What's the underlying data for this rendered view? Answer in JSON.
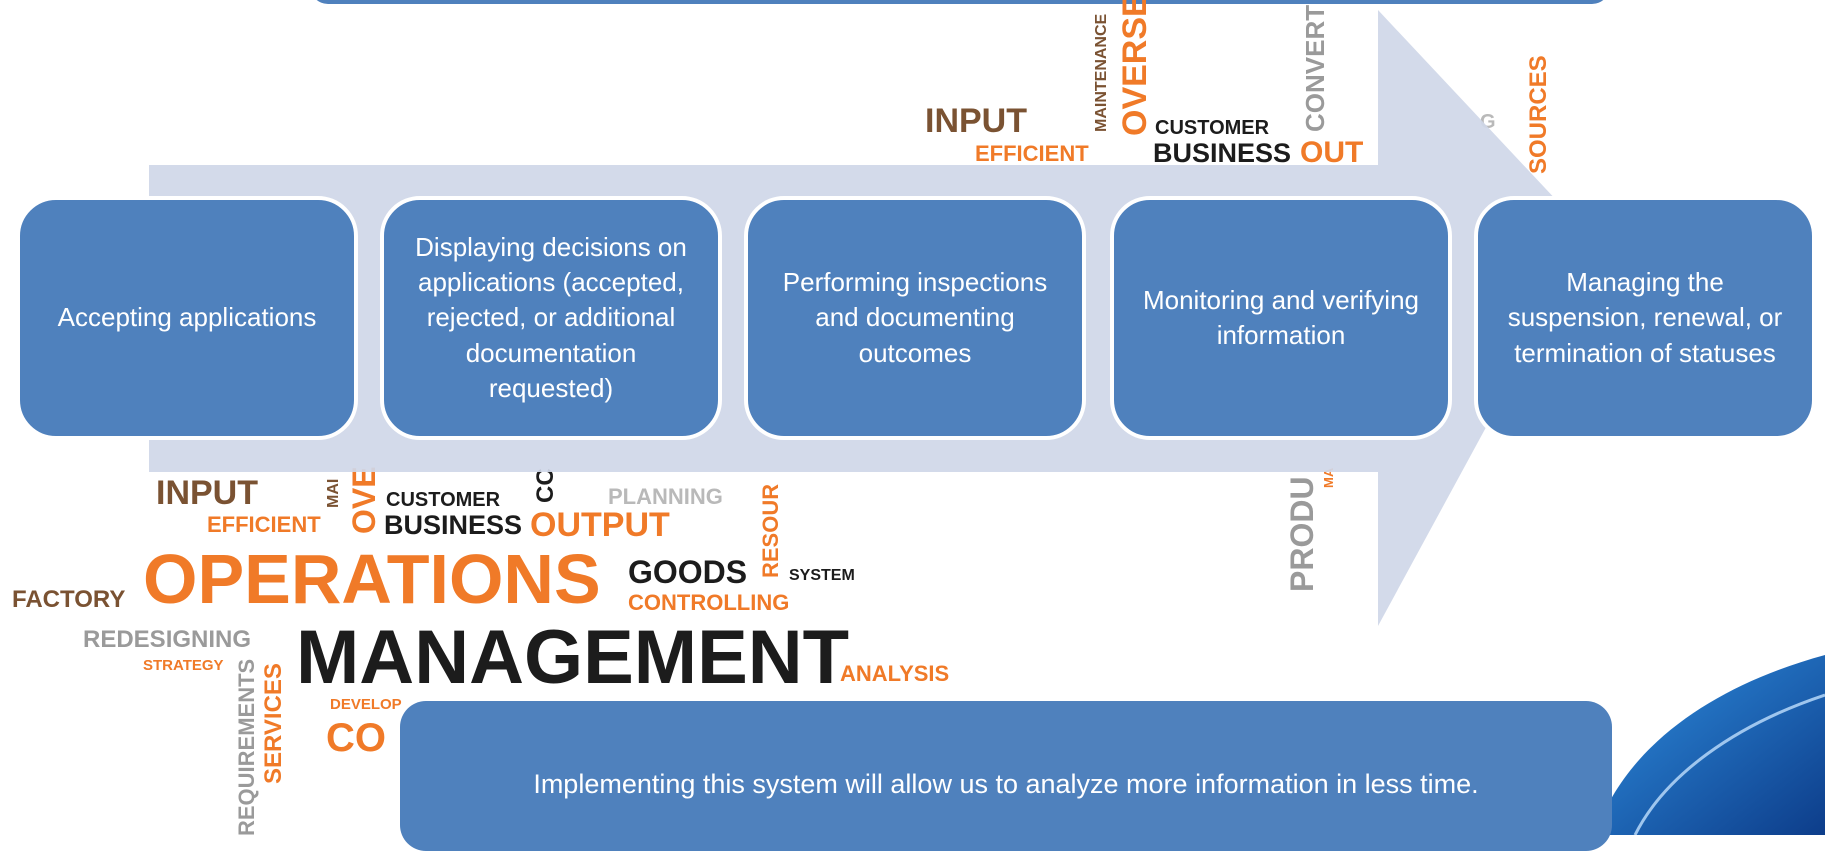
{
  "steps": [
    {
      "label": "Accepting applications"
    },
    {
      "label": "Displaying decisions on applications (accepted, rejected, or additional documentation requested)"
    },
    {
      "label": "Performing inspections and documenting outcomes"
    },
    {
      "label": "Monitoring and verifying information"
    },
    {
      "label": "Managing the suspension, renewal, or termination of statuses"
    }
  ],
  "conclusion": "Implementing this system will allow us to analyze more information in less time.",
  "wordcloud": {
    "top": [
      "INPUT",
      "EFFICIENT",
      "MAINTENANCE",
      "OVERSEE",
      "CUSTOMER",
      "BUSINESS",
      "OUT",
      "CONVERT",
      "G",
      "SOURCES"
    ],
    "main": [
      "INPUT",
      "EFFICIENT",
      "MAI",
      "OVE",
      "CUSTOMER",
      "BUSINESS",
      "OUTPUT",
      "CC",
      "PLANNING",
      "RESOUR",
      "FACTORY",
      "OPERATIONS",
      "GOODS",
      "SYSTEM",
      "CONTROLLING",
      "REDESIGNING",
      "STRATEGY",
      "MANAGEMENT",
      "ANALYSIS",
      "REQUIREMENTS",
      "SERVICES",
      "DEVELOP",
      "CO",
      "PRODU",
      "MA"
    ]
  },
  "colors": {
    "box": "#4f81bd",
    "arrow": "#cfd7e8",
    "orange": "#f07a28"
  }
}
